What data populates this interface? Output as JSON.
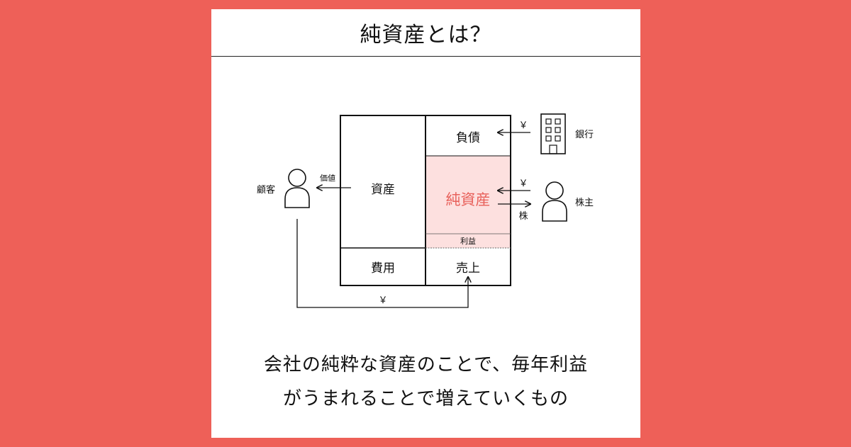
{
  "title": "純資産とは？",
  "balance_sheet": {
    "assets": "資産",
    "expenses": "費用",
    "liabilities": "負債",
    "net_assets": "純資産",
    "profit": "利益",
    "sales": "売上"
  },
  "actors": {
    "customer": "顧客",
    "bank": "銀行",
    "shareholder": "株主"
  },
  "flows": {
    "value": "価値",
    "yen_bank": "￥",
    "yen_shareholder": "￥",
    "stock": "株",
    "yen_customer": "￥"
  },
  "caption": {
    "line1": "会社の純粋な資産のことで、毎年利益",
    "line2": "がうまれることで増えていくもの"
  },
  "colors": {
    "background": "#ee6058",
    "net_assets_fill": "#fde0df",
    "net_assets_text": "#e8605a"
  }
}
